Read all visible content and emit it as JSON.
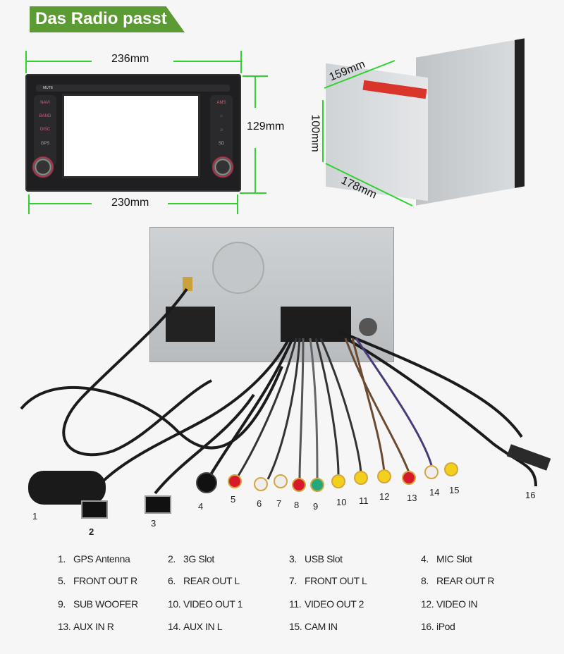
{
  "banner": {
    "title": "Das Radio passt",
    "color": "#5c9b33"
  },
  "dimensions": {
    "front_width_top": "236mm",
    "front_width_bottom": "230mm",
    "front_height": "129mm",
    "depth_top": "159mm",
    "box_height": "100mm",
    "depth_bottom": "178mm"
  },
  "radio_buttons": {
    "top_left": "MUTE",
    "left": [
      "NAVI",
      "BAND",
      "DISC",
      "GPS"
    ],
    "right": [
      "AMS",
      "⌂",
      "⊃",
      "SD"
    ]
  },
  "callouts": [
    "1",
    "2",
    "3",
    "4",
    "5",
    "6",
    "7",
    "8",
    "9",
    "10",
    "11",
    "12",
    "13",
    "14",
    "15",
    "16"
  ],
  "legend": [
    {
      "num": "1.",
      "label": "GPS Antenna"
    },
    {
      "num": "2.",
      "label": "3G Slot"
    },
    {
      "num": "3.",
      "label": "USB Slot"
    },
    {
      "num": "4.",
      "label": "MIC Slot"
    },
    {
      "num": "5.",
      "label": "FRONT OUT R"
    },
    {
      "num": "6.",
      "label": "REAR OUT L"
    },
    {
      "num": "7.",
      "label": "FRONT OUT L"
    },
    {
      "num": "8.",
      "label": "REAR OUT R"
    },
    {
      "num": "9.",
      "label": "SUB WOOFER"
    },
    {
      "num": "10.",
      "label": "VIDEO OUT 1"
    },
    {
      "num": "11.",
      "label": "VIDEO OUT 2"
    },
    {
      "num": "12.",
      "label": "VIDEO IN"
    },
    {
      "num": "13.",
      "label": "AUX IN R"
    },
    {
      "num": "14.",
      "label": "AUX IN L"
    },
    {
      "num": "15.",
      "label": "CAM IN"
    },
    {
      "num": "16.",
      "label": "iPod"
    }
  ],
  "colors": {
    "dim_line": "#2fd12f",
    "rca_red": "#d8192b",
    "rca_white": "#eeeeee",
    "rca_yellow": "#f2d01c",
    "rca_green": "#22a87a"
  }
}
